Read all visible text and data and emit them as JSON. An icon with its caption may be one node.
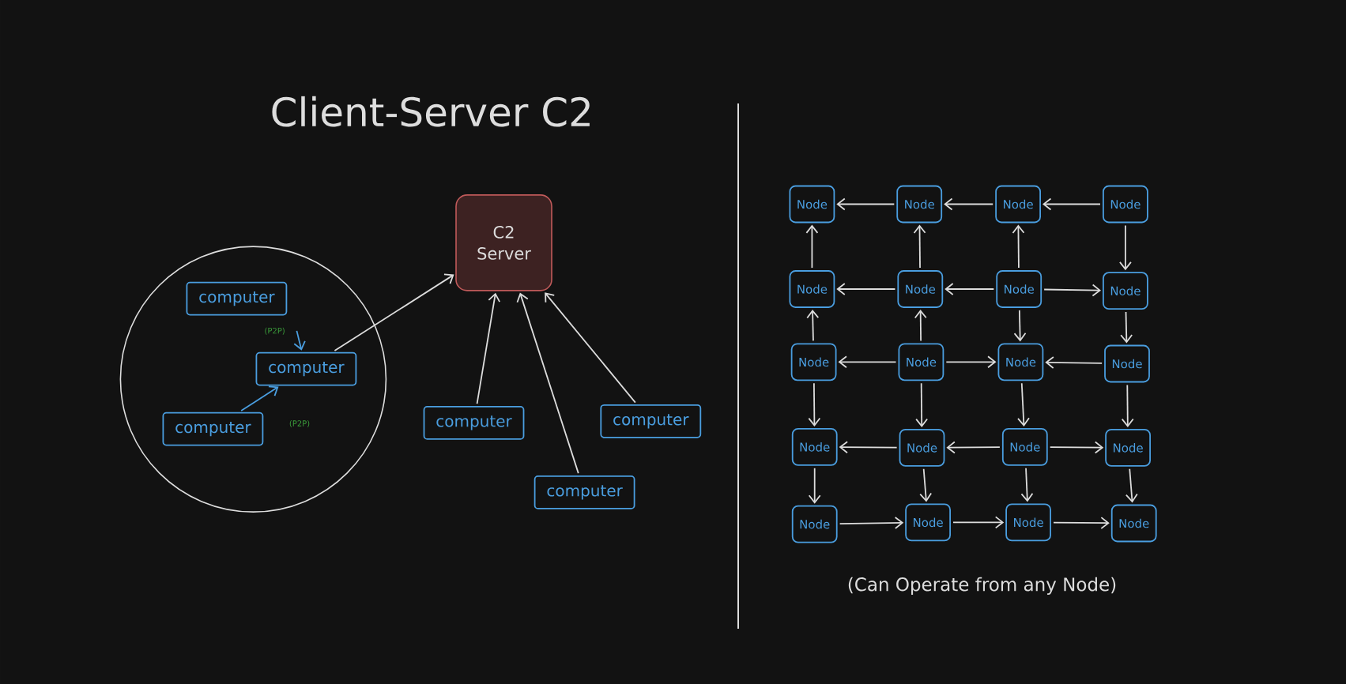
{
  "diagram": {
    "title": "Client-Server C2",
    "nodes": [
      {
        "text": [],
        "shape": "circle"
      },
      {
        "text": [
          "C2 Server"
        ]
      },
      {
        "text": [
          "computer"
        ],
        "in": 0
      },
      {
        "text": [
          "computer"
        ],
        "in": 0
      },
      {
        "text": [
          "computer"
        ],
        "in": 0
      },
      {
        "text": [
          "computer"
        ]
      },
      {
        "text": [
          "computer"
        ]
      },
      {
        "text": [
          "computer"
        ]
      },
      {
        "text": [
          "Node"
        ]
      },
      {
        "text": [
          "Node"
        ]
      },
      {
        "text": [
          "Node"
        ]
      },
      {
        "text": [
          "Node"
        ]
      },
      {
        "text": [
          "Node"
        ]
      },
      {
        "text": [
          "Node"
        ]
      },
      {
        "text": [
          "Node"
        ]
      },
      {
        "text": [
          "Node"
        ]
      },
      {
        "text": [
          "Node"
        ]
      },
      {
        "text": [
          "Node"
        ]
      },
      {
        "text": [
          "Node"
        ]
      },
      {
        "text": [
          "Node"
        ]
      },
      {
        "text": [
          "Node"
        ]
      },
      {
        "text": [
          "Node"
        ]
      },
      {
        "text": [
          "Node"
        ]
      },
      {
        "text": [
          "Node"
        ]
      },
      {
        "text": [
          "Node"
        ]
      },
      {
        "text": [
          "Node"
        ]
      },
      {
        "text": [
          "Node"
        ]
      },
      {
        "text": [
          "Node"
        ]
      }
    ],
    "edges": [
      {
        "from": null,
        "to": 3,
        "arrow": "to",
        "label": "(P2P)",
        "color": "#4a9ee0"
      },
      {
        "from": 4,
        "to": 3,
        "arrow": "to",
        "label": "(P2P)",
        "color": "#4a9ee0"
      },
      {
        "from": 3,
        "to": 1,
        "arrow": "to"
      },
      {
        "from": 5,
        "to": 1,
        "arrow": "to"
      },
      {
        "from": 6,
        "to": 1,
        "arrow": "to"
      },
      {
        "from": 7,
        "to": 1,
        "arrow": "to"
      },
      {
        "from": 9,
        "to": 8,
        "arrow": "to"
      },
      {
        "from": 10,
        "to": 9,
        "arrow": "to"
      },
      {
        "from": 11,
        "to": 10,
        "arrow": "to"
      },
      {
        "from": 12,
        "to": 8,
        "arrow": "to"
      },
      {
        "from": 13,
        "to": 9,
        "arrow": "to"
      },
      {
        "from": 14,
        "to": 10,
        "arrow": "to"
      },
      {
        "from": 11,
        "to": 15,
        "arrow": "to"
      },
      {
        "from": 13,
        "to": 12,
        "arrow": "to"
      },
      {
        "from": 14,
        "to": 13,
        "arrow": "to"
      },
      {
        "from": 14,
        "to": 15,
        "arrow": "to"
      },
      {
        "from": 16,
        "to": 12,
        "arrow": "to"
      },
      {
        "from": 17,
        "to": 13,
        "arrow": "to"
      },
      {
        "from": 14,
        "to": 18,
        "arrow": "to"
      },
      {
        "from": 15,
        "to": 19,
        "arrow": "to"
      },
      {
        "from": 17,
        "to": 16,
        "arrow": "to"
      },
      {
        "from": 17,
        "to": 18,
        "arrow": "to"
      },
      {
        "from": 19,
        "to": 18,
        "arrow": "to"
      },
      {
        "from": 16,
        "to": 20,
        "arrow": "to"
      },
      {
        "from": 17,
        "to": 21,
        "arrow": "to"
      },
      {
        "from": 18,
        "to": 22,
        "arrow": "to"
      },
      {
        "from": 19,
        "to": 23,
        "arrow": "to"
      },
      {
        "from": 21,
        "to": 20,
        "arrow": "to"
      },
      {
        "from": 22,
        "to": 21,
        "arrow": "to"
      },
      {
        "from": 22,
        "to": 23,
        "arrow": "to"
      },
      {
        "from": 20,
        "to": 24,
        "arrow": "to"
      },
      {
        "from": 21,
        "to": 25,
        "arrow": "to"
      },
      {
        "from": 22,
        "to": 26,
        "arrow": "to"
      },
      {
        "from": 23,
        "to": 27,
        "arrow": "to"
      },
      {
        "from": 24,
        "to": 25,
        "arrow": "to"
      },
      {
        "from": 25,
        "to": 26,
        "arrow": "to"
      },
      {
        "from": 26,
        "to": 27,
        "arrow": "to"
      }
    ],
    "labels": [
      "(Can Operate from any Node)"
    ]
  }
}
